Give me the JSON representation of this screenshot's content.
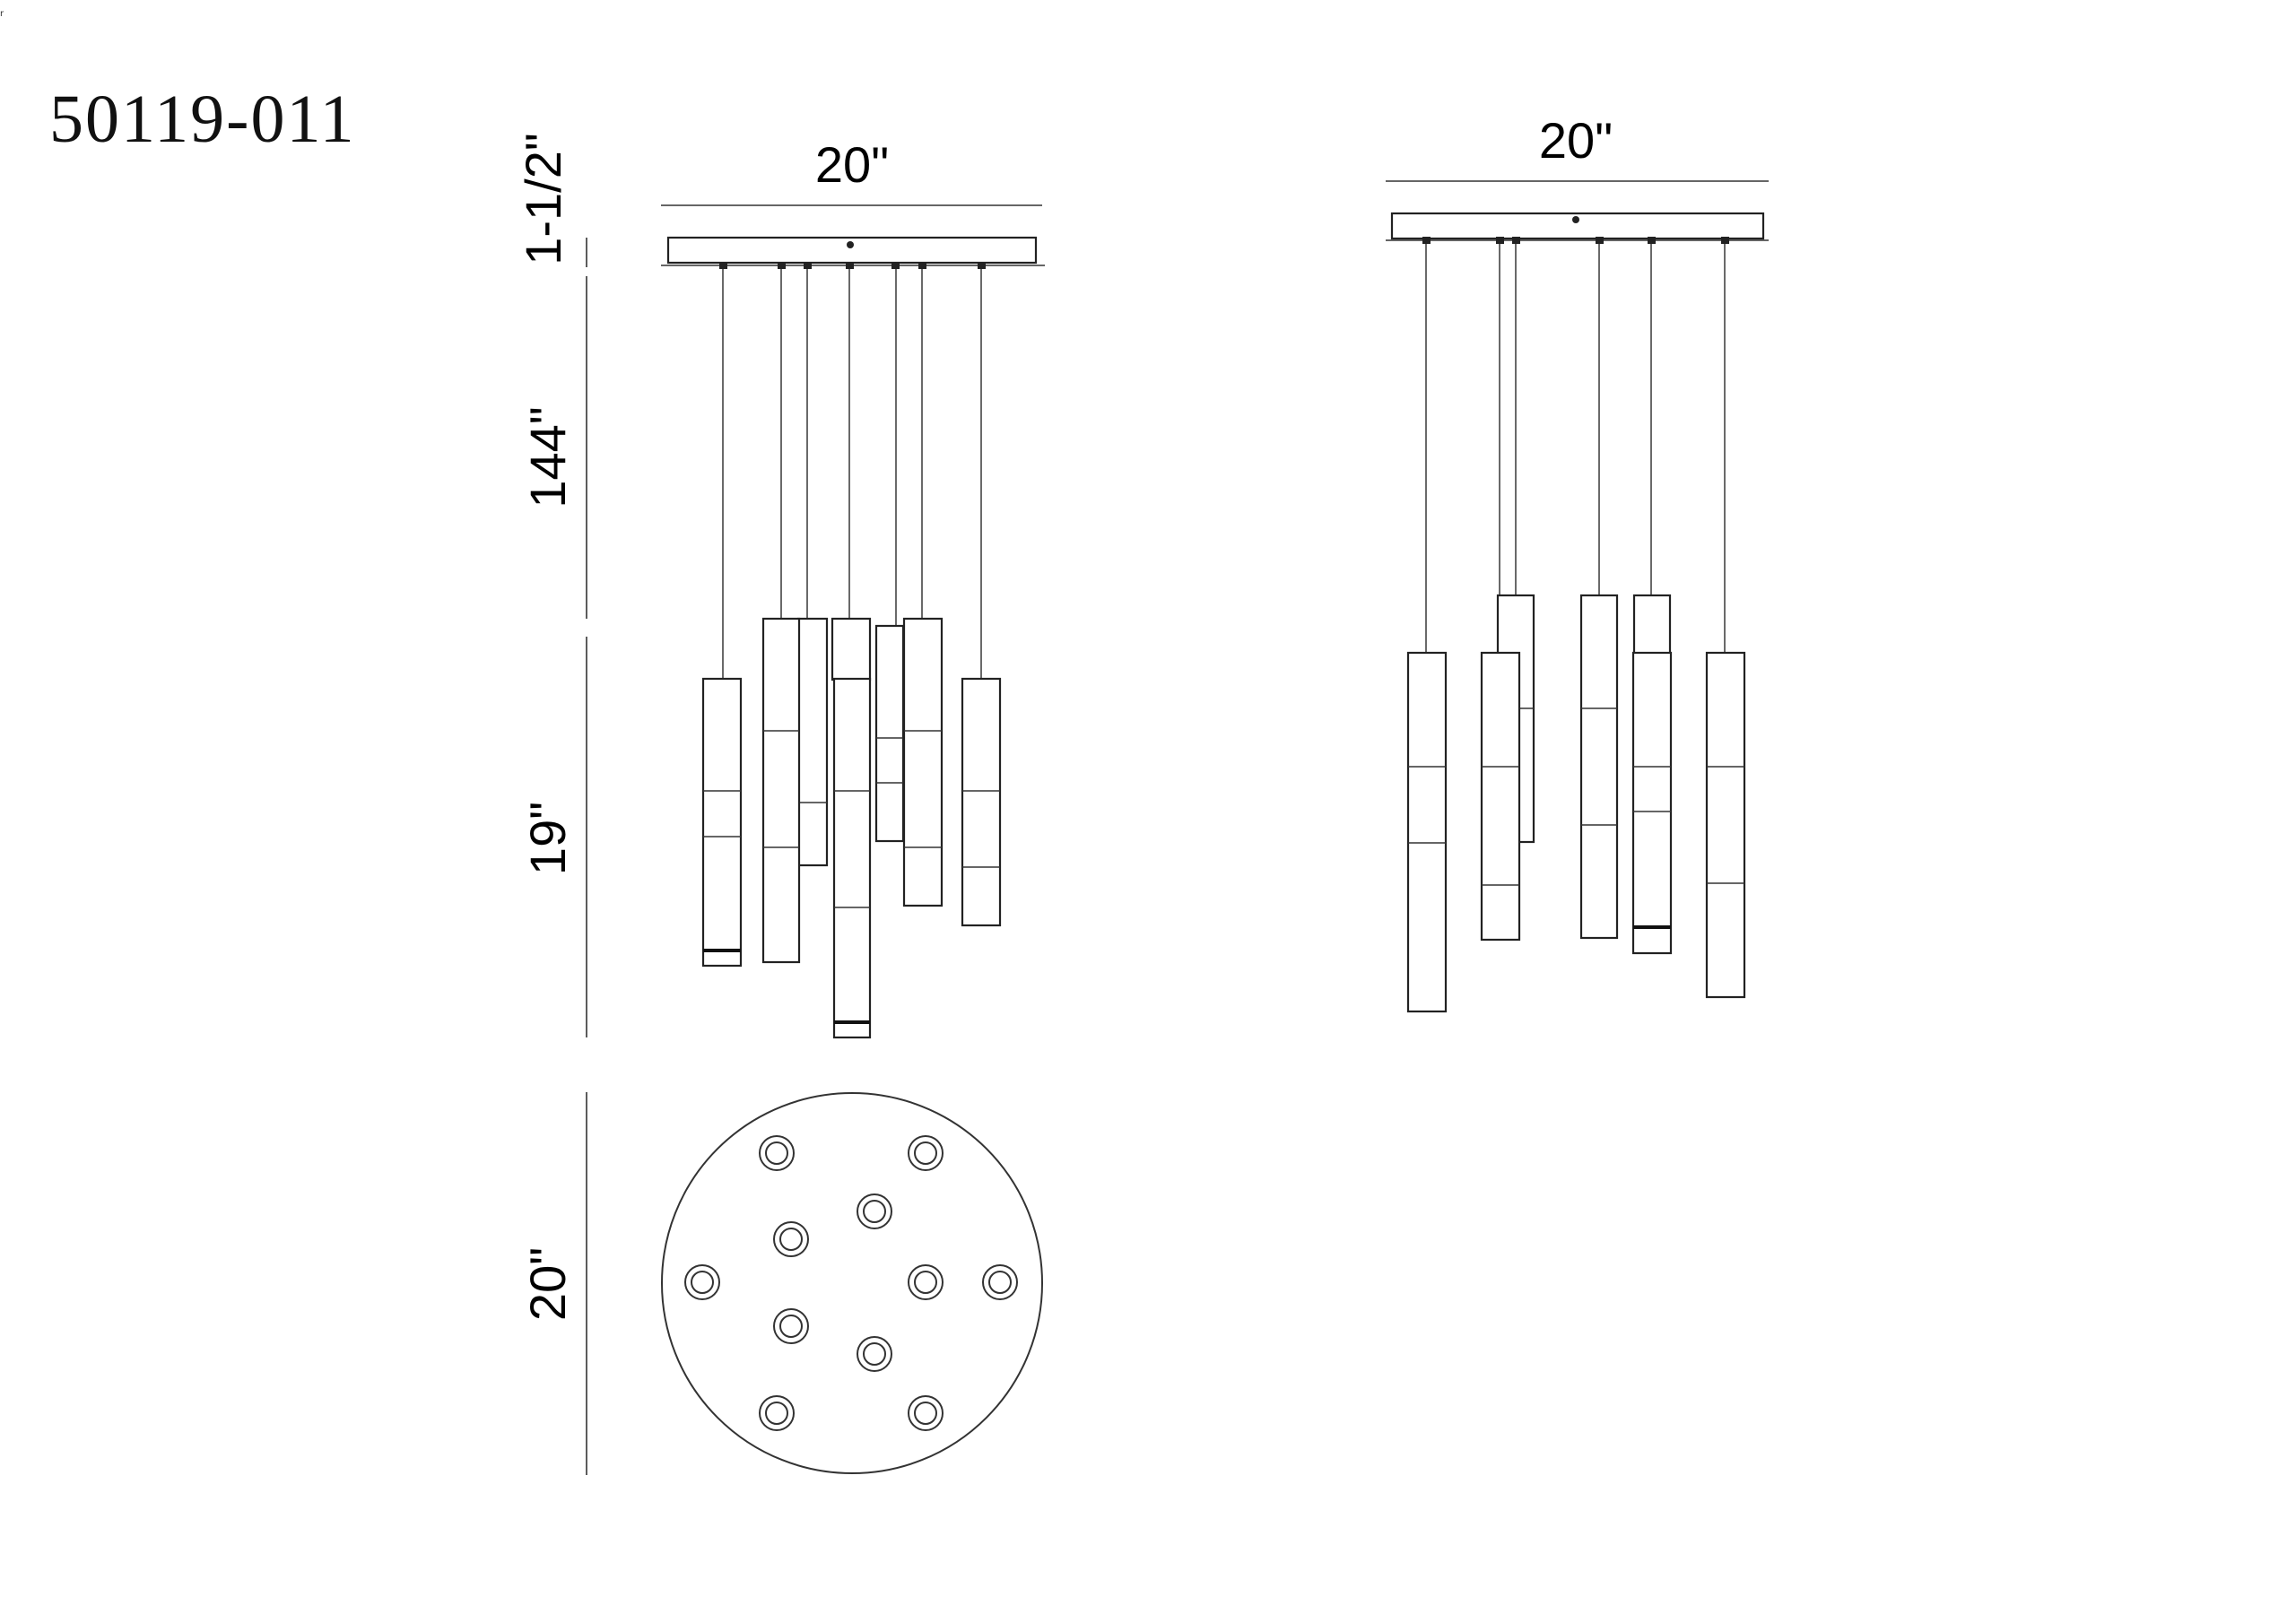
{
  "model_number": "50119-011",
  "corner_mark": "r",
  "front_view": {
    "width_label": "20\"",
    "dimension_labels": {
      "canopy_height": "1-1/2\"",
      "cable_length": "144\"",
      "fixture_height": "19\"",
      "canopy_diameter": "20\""
    }
  },
  "side_view": {
    "width_label": "20\""
  },
  "line_color": "#222222",
  "background_color": "#ffffff"
}
